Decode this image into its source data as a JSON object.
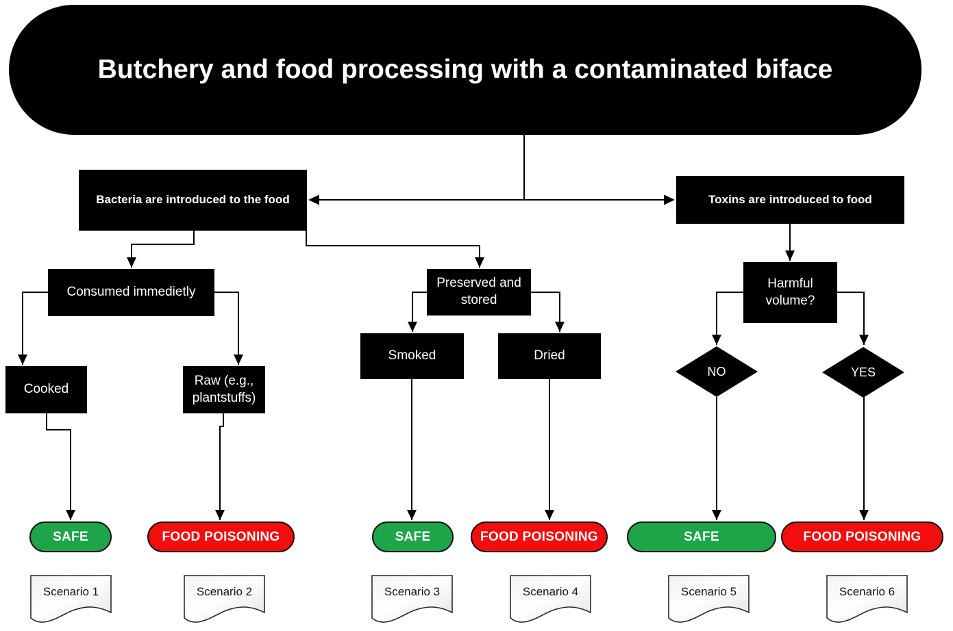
{
  "title": "Butchery and food processing with a contaminated biface",
  "nodes": {
    "bacteria": "Bacteria are introduced to the food",
    "toxins": "Toxins are introduced to food",
    "consumed": "Consumed immedietly",
    "preserved": "Preserved and stored",
    "harmful": "Harmful volume?",
    "cooked": "Cooked",
    "raw": "Raw (e.g., plantstuffs)",
    "smoked": "Smoked",
    "dried": "Dried",
    "no": "NO",
    "yes": "YES"
  },
  "outcomes": [
    {
      "label": "SAFE",
      "type": "safe"
    },
    {
      "label": "FOOD POISONING",
      "type": "danger"
    },
    {
      "label": "SAFE",
      "type": "safe"
    },
    {
      "label": "FOOD POISONING",
      "type": "danger"
    },
    {
      "label": "SAFE",
      "type": "safe"
    },
    {
      "label": "FOOD POISONING",
      "type": "danger"
    }
  ],
  "scenarios": [
    {
      "label": "Scenario 1"
    },
    {
      "label": "Scenario 2"
    },
    {
      "label": "Scenario 3"
    },
    {
      "label": "Scenario 4"
    },
    {
      "label": "Scenario 5"
    },
    {
      "label": "Scenario 6"
    }
  ],
  "colors": {
    "safe": "#1EA449",
    "danger": "#F30E0E",
    "node": "#000000",
    "node_text": "#FFFFFF"
  }
}
